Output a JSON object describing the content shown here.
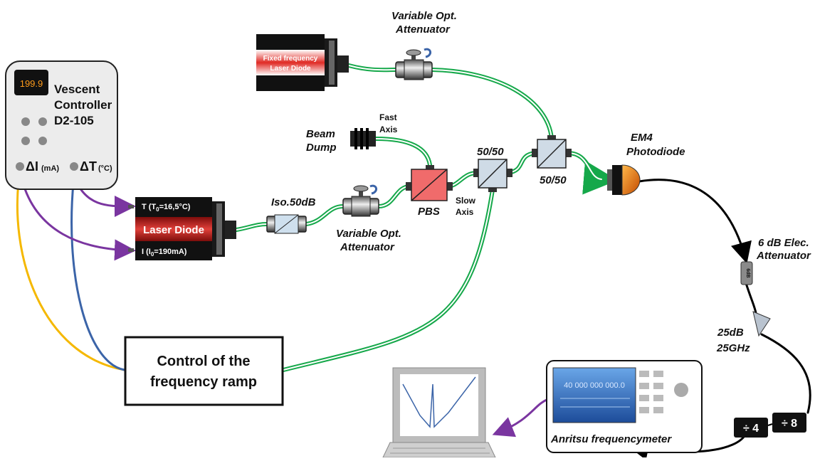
{
  "controller": {
    "display": "199.9",
    "name_lines": [
      "Vescent",
      "Controller",
      "D2-105"
    ],
    "di_label": "ΔI",
    "di_unit": "(mA)",
    "dt_label": "ΔT",
    "dt_unit": "(°C)"
  },
  "laser_diode": {
    "label": "Laser Diode",
    "t_prefix": "T  (T",
    "t_sub": "0",
    "t_value": "=16,5°C)",
    "i_prefix": "I  (I",
    "i_sub": "0",
    "i_value": "=190mA)"
  },
  "fixed_laser": {
    "line1": "Fixed frequency",
    "line2": "Laser Diode"
  },
  "labels": {
    "voa_top": [
      "Variable Opt.",
      "Attenuator"
    ],
    "voa_bottom": [
      "Variable Opt.",
      "Attenuator"
    ],
    "iso": "Iso.50dB",
    "beam_dump": [
      "Beam",
      "Dump"
    ],
    "fast_axis": [
      "Fast",
      "Axis"
    ],
    "slow_axis": [
      "Slow",
      "Axis"
    ],
    "pbs": "PBS",
    "bs1": "50/50",
    "bs2": "50/50",
    "photodiode": [
      "EM4",
      "Photodiode"
    ],
    "elec_att": [
      "6 dB Elec.",
      "Attenuator"
    ],
    "att_chip": "6dB",
    "amp": [
      "25dB",
      "25GHz"
    ],
    "div4": "÷ 4",
    "div8": "÷ 8",
    "freqmeter": "Anritsu frequencymeter",
    "freqmeter_display": "40 000 000 000.0"
  },
  "ramp_box": [
    "Control of the",
    "frequency ramp"
  ],
  "colors": {
    "fiber": "#15a84a",
    "wire_yellow": "#f5b800",
    "wire_blue": "#3b64a8",
    "wire_purple": "#7a35a0",
    "laser_red": "#c8201c"
  },
  "icons": [
    "rotation-knob-icon",
    "arrow-icon",
    "amplifier-triangle-icon",
    "laptop-icon"
  ]
}
